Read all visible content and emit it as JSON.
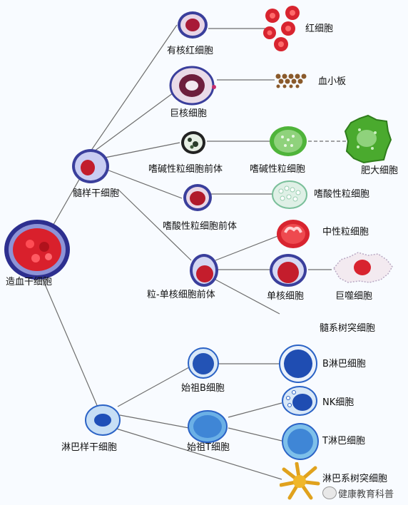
{
  "colors": {
    "line": "#6d6d6d",
    "red": "#d8242f",
    "purple": "#3b3f9a",
    "blue": "#2b63c6",
    "green": "#4fb43a",
    "brown": "#8a5a2b"
  },
  "labels": {
    "hsc": "造血干细胞",
    "myeloid_stem": "髓样干细胞",
    "lymphoid_stem": "淋巴样干细胞",
    "nucleated_rbc": "有核红细胞",
    "rbc": "红细胞",
    "megakaryocyte": "巨核细胞",
    "platelet": "血小板",
    "baso_precursor": "嗜碱性粒细胞前体",
    "basophil": "嗜碱性粒细胞",
    "mast_cell": "肥大细胞",
    "eos_precursor": "嗜酸性粒细胞前体",
    "eosinophil": "嗜酸性粒细胞",
    "neutrophil": "中性粒细胞",
    "gm_precursor": "粒-单核细胞前体",
    "monocyte": "单核细胞",
    "macrophage": "巨噬细胞",
    "myeloid_dc": "髓系树突细胞",
    "b_progenitor": "始祖B细胞",
    "b_cell": "B淋巴细胞",
    "t_progenitor": "始祖T细胞",
    "nk_cell": "NK细胞",
    "t_cell": "T淋巴细胞",
    "lymphoid_dc": "淋巴系树突细胞"
  },
  "watermark": {
    "text": "健康教育科普"
  }
}
